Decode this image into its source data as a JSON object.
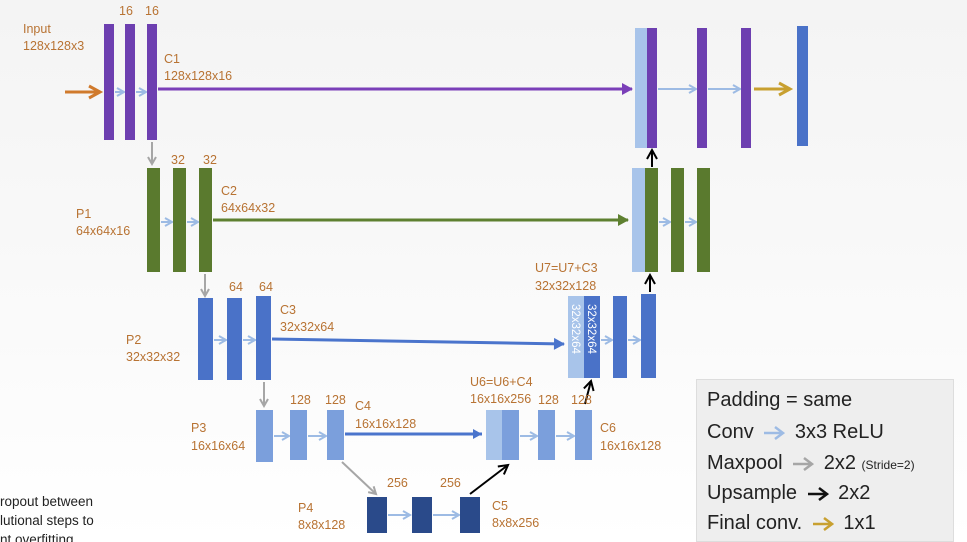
{
  "labels": {
    "input_title": "Input",
    "input_dims": "128x128x3",
    "c1_ch_a": "16",
    "c1_ch_b": "16",
    "c1_name": "C1",
    "c1_dims": "128x128x16",
    "p1_name": "P1",
    "p1_dims": "64x64x16",
    "c2_ch_a": "32",
    "c2_ch_b": "32",
    "c2_name": "C2",
    "c2_dims": "64x64x32",
    "p2_name": "P2",
    "p2_dims": "32x32x32",
    "c3_ch_a": "64",
    "c3_ch_b": "64",
    "c3_name": "C3",
    "c3_dims": "32x32x64",
    "p3_name": "P3",
    "p3_dims": "16x16x64",
    "c4_ch_a": "128",
    "c4_ch_b": "128",
    "c4_name": "C4",
    "c4_dims": "16x16x128",
    "p4_name": "P4",
    "p4_dims": "8x8x128",
    "c5_ch_a": "256",
    "c5_ch_b": "256",
    "c5_name": "C5",
    "c5_dims": "8x8x256",
    "u6_name": "U6=U6+C4",
    "u6_dims": "16x16x256",
    "c6_ch_a": "128",
    "c6_ch_b": "128",
    "c6_name": "C6",
    "c6_dims": "16x16x128",
    "u7_name": "U7=U7+C3",
    "u7_dims": "32x32x128",
    "u7_bar_a": "32x32x64",
    "u7_bar_b": "32x32x64"
  },
  "legend": {
    "padding": "Padding = same",
    "conv_name": "Conv",
    "conv_value": "3x3 ReLU",
    "maxpool_name": "Maxpool",
    "maxpool_value": "2x2",
    "maxpool_note": "(Stride=2)",
    "upsample_name": "Upsample",
    "upsample_value": "2x2",
    "final_name": "Final conv.",
    "final_value": "1x1"
  },
  "note": {
    "line1": "ropout between",
    "line2": "lutional steps to",
    "line3": "nt overfitting"
  },
  "colors": {
    "purple": "#6d3fb0",
    "purple_light": "#8a63c8",
    "green": "#5a7a2e",
    "blue": "#4a72c8",
    "blue_light": "#7b9fdc",
    "blue_pale": "#a8c4ea",
    "navy": "#2a4a8a",
    "conv_arrow": "#9dbbe4",
    "pool_arrow": "#a6a6a6",
    "skip_purple": "#7a3fb8",
    "skip_green": "#5e8030",
    "skip_blue": "#4a74cc",
    "input_arrow": "#d07a2c",
    "final_arrow": "#c8a030",
    "label": "#b87333"
  }
}
